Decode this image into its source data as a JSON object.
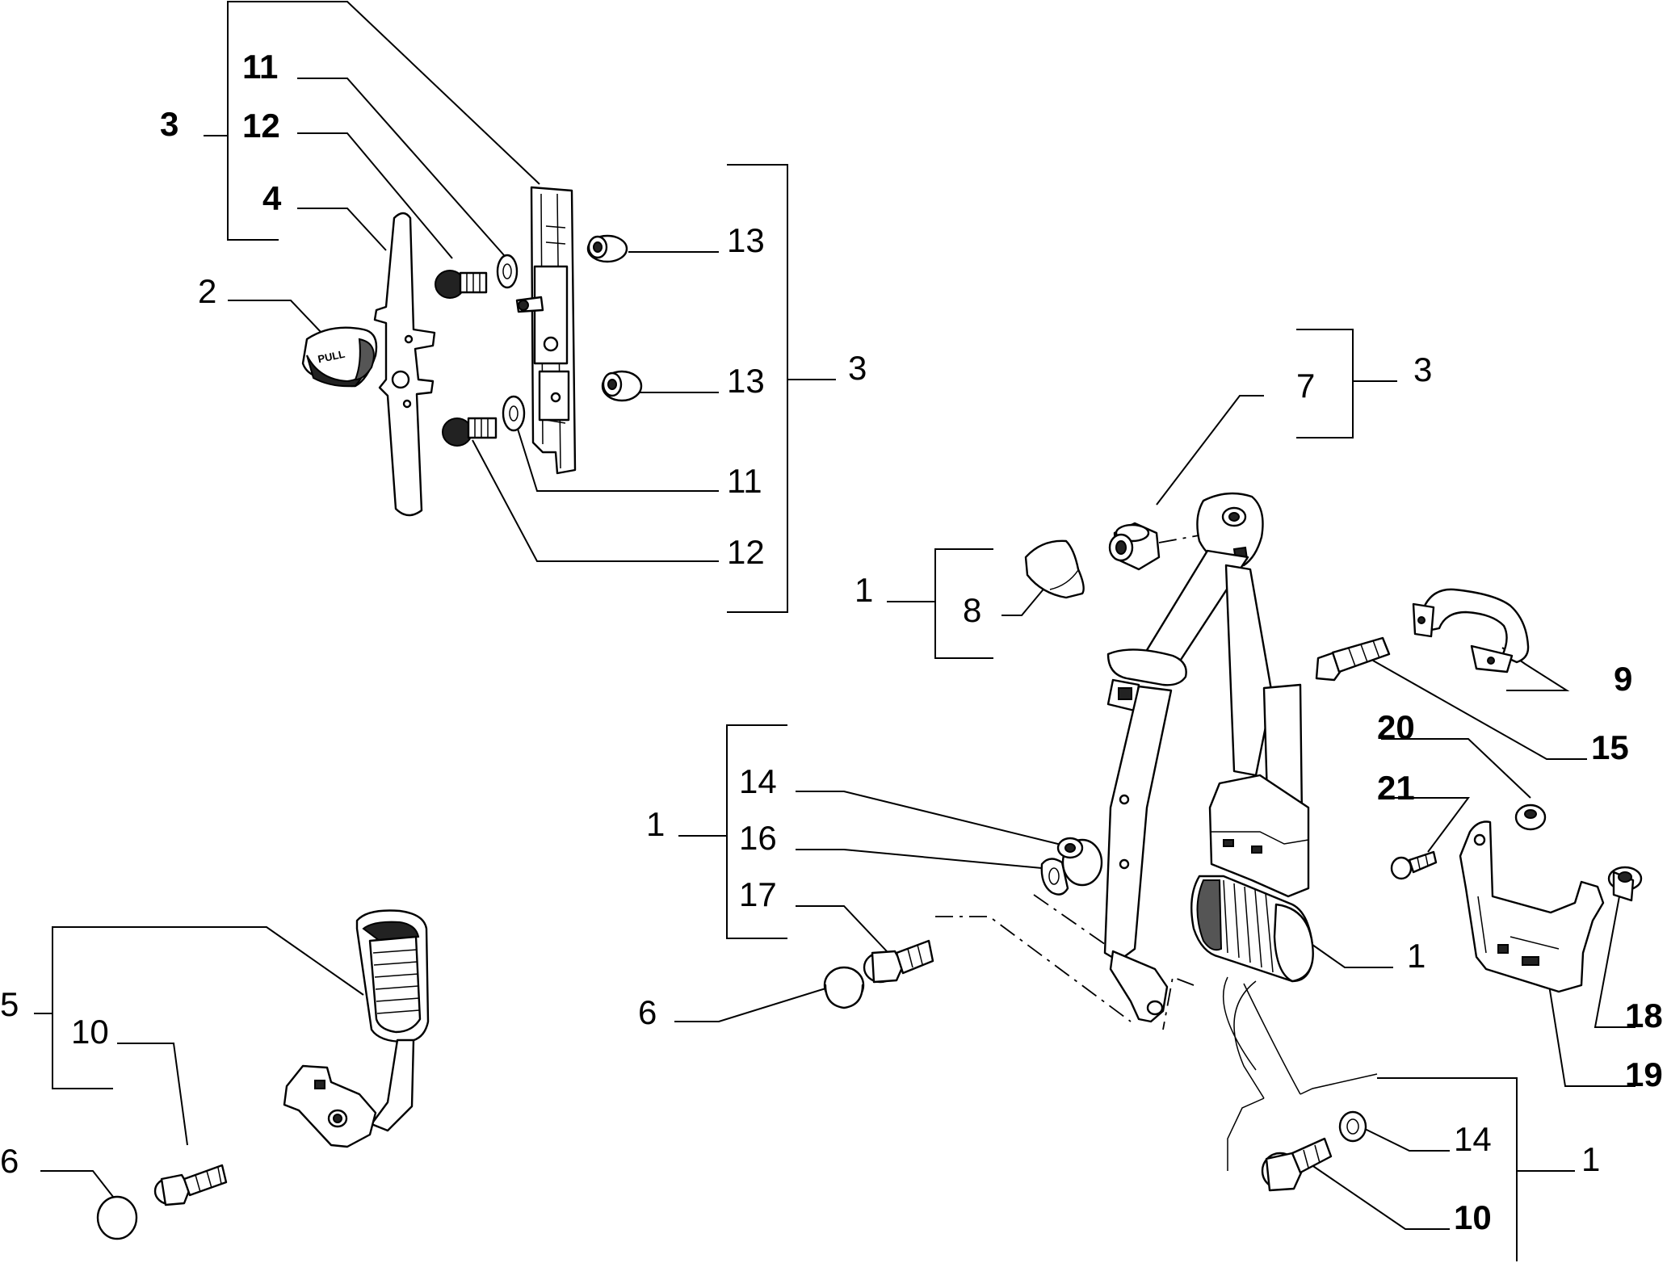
{
  "colors": {
    "ink": "#000000",
    "paper": "#ffffff"
  },
  "callouts": [
    {
      "id": "c-3-top",
      "text": "3",
      "weight": "bold"
    },
    {
      "id": "c-11-top",
      "text": "11",
      "weight": "bold"
    },
    {
      "id": "c-12-top",
      "text": "12",
      "weight": "bold"
    },
    {
      "id": "c-4",
      "text": "4",
      "weight": "bold"
    },
    {
      "id": "c-2",
      "text": "2",
      "weight": "normal"
    },
    {
      "id": "c-13-a",
      "text": "13",
      "weight": "normal"
    },
    {
      "id": "c-13-b",
      "text": "13",
      "weight": "normal"
    },
    {
      "id": "c-3-right",
      "text": "3",
      "weight": "normal"
    },
    {
      "id": "c-11-b",
      "text": "11",
      "weight": "normal"
    },
    {
      "id": "c-12-b",
      "text": "12",
      "weight": "normal"
    },
    {
      "id": "c-7",
      "text": "7",
      "weight": "normal"
    },
    {
      "id": "c-3-mid",
      "text": "3",
      "weight": "normal"
    },
    {
      "id": "c-1-a",
      "text": "1",
      "weight": "normal"
    },
    {
      "id": "c-8",
      "text": "8",
      "weight": "normal"
    },
    {
      "id": "c-9",
      "text": "9",
      "weight": "bold"
    },
    {
      "id": "c-15",
      "text": "15",
      "weight": "bold"
    },
    {
      "id": "c-20",
      "text": "20",
      "weight": "bold"
    },
    {
      "id": "c-21",
      "text": "21",
      "weight": "bold"
    },
    {
      "id": "c-14-a",
      "text": "14",
      "weight": "normal"
    },
    {
      "id": "c-1-b",
      "text": "1",
      "weight": "normal"
    },
    {
      "id": "c-16",
      "text": "16",
      "weight": "normal"
    },
    {
      "id": "c-17",
      "text": "17",
      "weight": "normal"
    },
    {
      "id": "c-1-c",
      "text": "1",
      "weight": "normal"
    },
    {
      "id": "c-6-a",
      "text": "6",
      "weight": "normal"
    },
    {
      "id": "c-18",
      "text": "18",
      "weight": "bold"
    },
    {
      "id": "c-19",
      "text": "19",
      "weight": "bold"
    },
    {
      "id": "c-5",
      "text": "5",
      "weight": "normal"
    },
    {
      "id": "c-10-a",
      "text": "10",
      "weight": "normal"
    },
    {
      "id": "c-6-b",
      "text": "6",
      "weight": "normal"
    },
    {
      "id": "c-14-b",
      "text": "14",
      "weight": "normal"
    },
    {
      "id": "c-1-d",
      "text": "1",
      "weight": "normal"
    },
    {
      "id": "c-10-b",
      "text": "10",
      "weight": "bold"
    }
  ],
  "knob_lettering": "PULL"
}
